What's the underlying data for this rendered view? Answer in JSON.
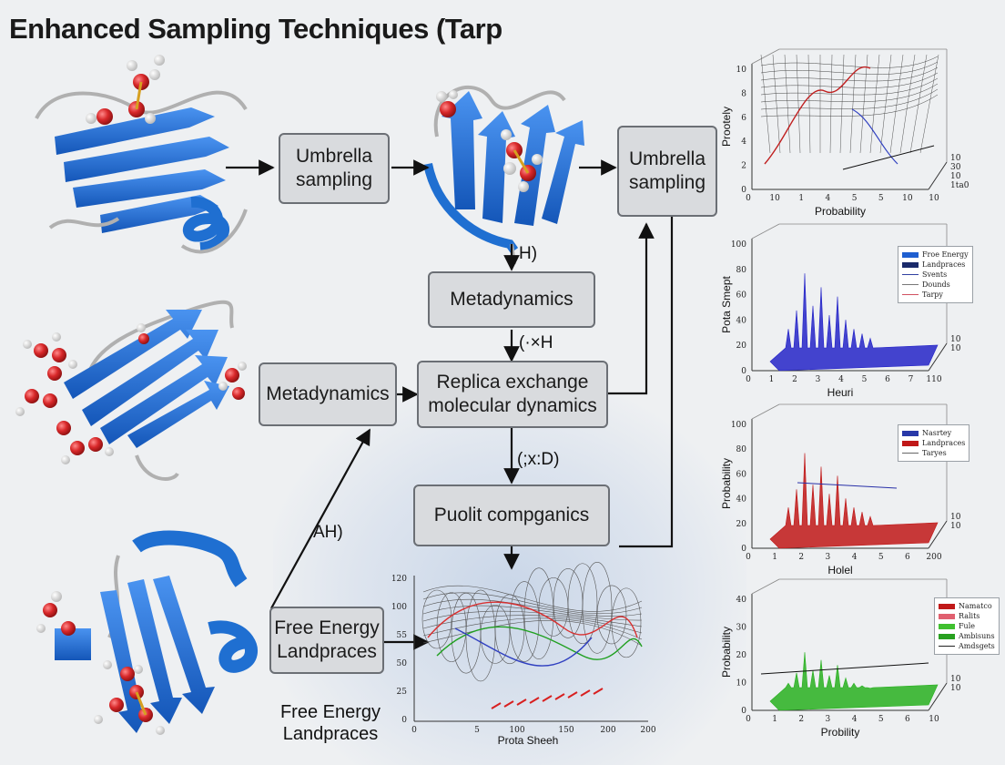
{
  "title": "Enhanced Sampling Techniques (Tarp",
  "boxes": {
    "umbrella_1": "Umbrella sampling",
    "umbrella_2": "Umbrella sampling",
    "metadynamics_center": "Metadynamics",
    "metadynamics_left": "Metadynamics",
    "remd": "Replica exchange molecular dynamics",
    "puolit": "Puolit compganics",
    "free_energy_box": "Free Energy Landpraces"
  },
  "arrow_labels": {
    "h": "H)",
    "xh": "(·×H",
    "xd": "(;x:D)",
    "ah": "AH)"
  },
  "free_energy_caption": "Free Energy Landpraces",
  "colors": {
    "ribbon": "#1f6fd1",
    "atom_o": "#d8282a",
    "atom_h": "#f2f2f2",
    "box_fill": "#d9dbde",
    "box_border": "#6b6f75"
  },
  "center_plot": {
    "xlabel": "Prota Sheeh",
    "y_ticks": [
      "120",
      "100",
      "55",
      "50",
      "25",
      "0"
    ],
    "x_ticks": [
      "0",
      "5",
      "100",
      "150",
      "200",
      "200"
    ]
  },
  "right_panels": [
    {
      "ylabel": "Prootely",
      "xlabel": "Probability",
      "y_ticks": [
        "10",
        "8",
        "6",
        "4",
        "2",
        "0"
      ],
      "x_ticks": [
        "0",
        "10",
        "1",
        "4",
        "5",
        "5",
        "10",
        "10"
      ],
      "depth_ticks": [
        "10",
        "30",
        "10",
        "1ta0"
      ]
    },
    {
      "ylabel": "Pota Smept",
      "xlabel": "Heuri",
      "y_ticks": [
        "100",
        "80",
        "60",
        "40",
        "20",
        "0"
      ],
      "x_ticks": [
        "0",
        "1",
        "2",
        "3",
        "4",
        "5",
        "6",
        "7",
        "110"
      ],
      "depth_ticks": [
        "10",
        "10"
      ],
      "color": "#2424c8",
      "legend": [
        "Froe Energy",
        "Landpraces",
        "Svents",
        "Dounds",
        "Tarpy"
      ]
    },
    {
      "ylabel": "Probability",
      "xlabel": "Holel",
      "y_ticks": [
        "100",
        "80",
        "60",
        "40",
        "20",
        "0"
      ],
      "x_ticks": [
        "0",
        "1",
        "2",
        "3",
        "4",
        "5",
        "6",
        "200"
      ],
      "depth_ticks": [
        "10",
        "10"
      ],
      "color": "#c01818",
      "legend": [
        "Nasrtey",
        "Landpraces",
        "Taryes"
      ]
    },
    {
      "ylabel": "Probability",
      "xlabel": "Probility",
      "y_ticks": [
        "40",
        "30",
        "20",
        "10",
        "0"
      ],
      "x_ticks": [
        "0",
        "1",
        "2",
        "3",
        "4",
        "5",
        "6",
        "10"
      ],
      "depth_ticks": [
        "10",
        "10"
      ],
      "color": "#28b020",
      "legend": [
        "Namatco",
        "Ralits",
        "Fule",
        "Ambisuns",
        "Amdsgets"
      ]
    }
  ]
}
